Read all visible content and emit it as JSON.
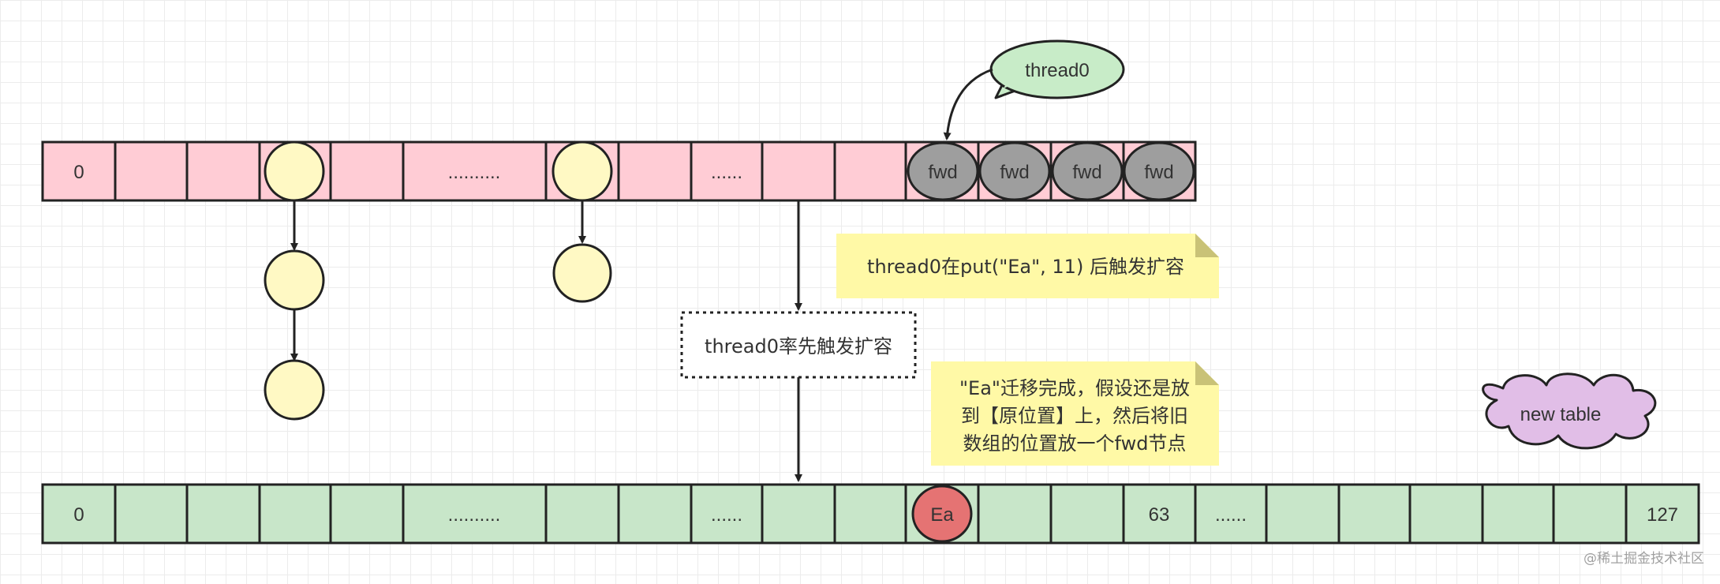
{
  "colors": {
    "old_table_fill": "#ffccd5",
    "new_table_fill": "#c8e6c9",
    "node_fill": "#fff9c4",
    "fwd_fill": "#9e9e9e",
    "ea_fill": "#e57373",
    "note_fill": "#fff9a6",
    "thread_bubble_fill": "#c8ecc8",
    "new_table_cloud_fill": "#e1bee7",
    "stroke": "#222222"
  },
  "old_table": {
    "cells": [
      "0",
      "",
      "",
      "",
      "",
      "..........",
      "",
      "",
      "......",
      "",
      "",
      "",
      "",
      "",
      ""
    ],
    "node_label": "fwd"
  },
  "new_table": {
    "cells": [
      "0",
      "",
      "",
      "",
      "",
      "..........",
      "",
      "",
      "......",
      "",
      "",
      "",
      "",
      "",
      "63",
      "......",
      "",
      "",
      "",
      "",
      "",
      "",
      "127"
    ],
    "node_label": "Ea"
  },
  "thread_bubble": {
    "label": "thread0"
  },
  "trigger_box": {
    "label": "thread0率先触发扩容"
  },
  "note_put": {
    "label": "thread0在put(\"Ea\", 11) 后触发扩容"
  },
  "note_migrate": {
    "lines": [
      "\"Ea\"迁移完成，假设还是放",
      "到【原位置】上，然后将旧",
      "数组的位置放一个fwd节点"
    ]
  },
  "new_table_cloud": {
    "label": "new table"
  },
  "watermark": {
    "label": "@稀土掘金技术社区"
  }
}
